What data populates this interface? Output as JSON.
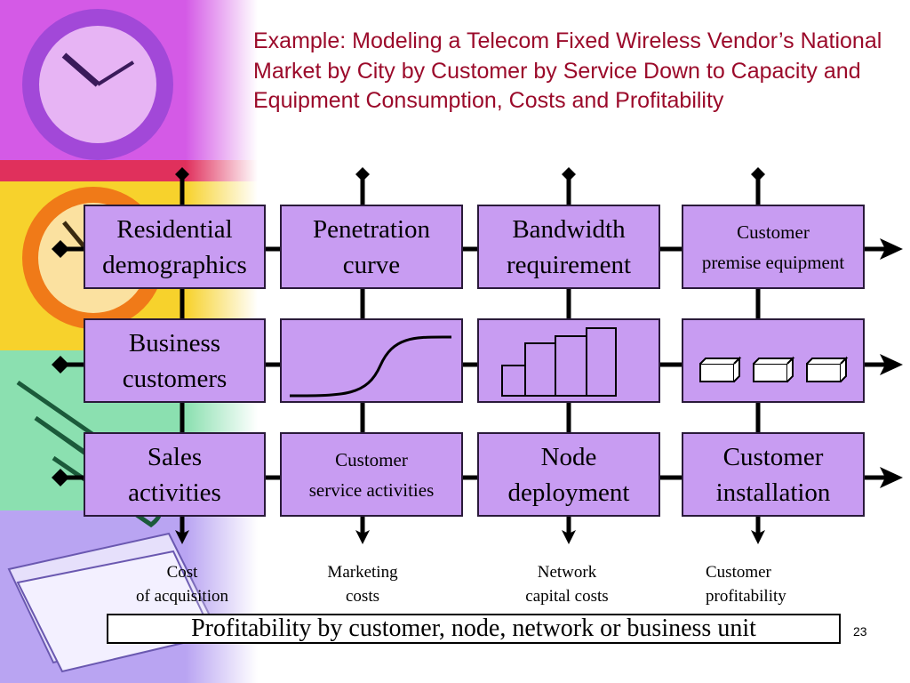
{
  "title": "Example: Modeling a Telecom Fixed Wireless Vendor’s National Market by City by Customer by Service Down to Capacity and Equipment Consumption, Costs and Profitability",
  "boxes": {
    "r1c1": [
      "Residential",
      "demographics"
    ],
    "r1c2": [
      "Penetration",
      "curve"
    ],
    "r1c3": [
      "Bandwidth",
      "requirement"
    ],
    "r1c4": [
      "Customer",
      "premise equipment"
    ],
    "r2c1": [
      "Business",
      "customers"
    ],
    "r3c1": [
      "Sales",
      "activities"
    ],
    "r3c2": [
      "Customer",
      "service activities"
    ],
    "r3c3": [
      "Node",
      "deployment"
    ],
    "r3c4": [
      "Customer",
      "installation"
    ]
  },
  "outputs": {
    "col1": [
      "Cost",
      "of acquisition"
    ],
    "col2": [
      "Marketing",
      "costs"
    ],
    "col3": [
      "Network",
      "capital costs"
    ],
    "col4": [
      "Customer",
      "profitability"
    ]
  },
  "bottom_bar": "Profitability by customer, node, network or business unit",
  "page_number": "23",
  "icons": {
    "r2c2": "s-curve-icon",
    "r2c3": "bar-chart-icon",
    "r2c4": "equipment-boxes-icon"
  },
  "colors": {
    "box_fill": "#c89cf2",
    "title": "#9b0a2a"
  }
}
